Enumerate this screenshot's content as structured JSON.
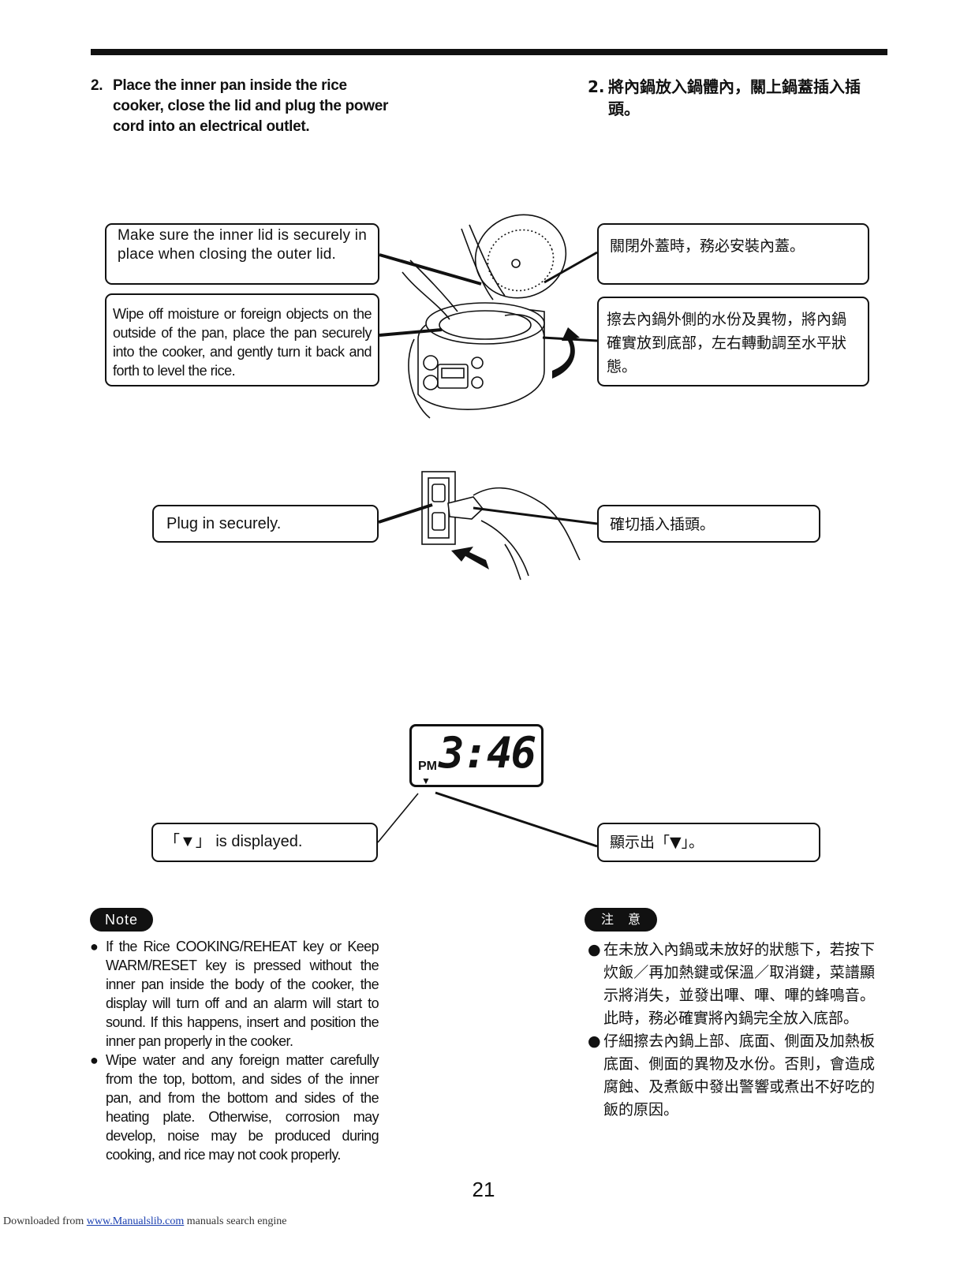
{
  "step": {
    "number_en": "2.",
    "text_en": "Place the inner pan inside the rice cooker, close the lid and plug the power cord into an electrical outlet.",
    "number_zh": "2.",
    "text_zh": "將內鍋放入鍋體內，關上鍋蓋插入插頭。"
  },
  "callouts": {
    "lid_en": "Make sure the inner lid is securely in place when closing the outer lid.",
    "pan_en": "Wipe off moisture or foreign objects on the outside of the pan, place the pan securely into the cooker, and gently turn it back and forth to level the rice.",
    "lid_zh": "關閉外蓋時，務必安裝內蓋。",
    "pan_zh": "擦去內鍋外側的水份及異物，將內鍋確實放到底部，左右轉動調至水平狀態。",
    "plug_en": "Plug in securely.",
    "plug_zh": "確切插入插頭。",
    "display_en": "「▼」 is displayed.",
    "display_zh": "顯示出「▼」。"
  },
  "display": {
    "time": "3:46",
    "period": "PM",
    "marker": "▼"
  },
  "note": {
    "label_en": "Note",
    "label_zh": "注意",
    "items_en": [
      "If the Rice COOKING/REHEAT key or Keep WARM/RESET key is pressed without the inner pan inside the body of the cooker, the display will turn off and an alarm will start to sound. If this happens, insert and position the inner pan properly in the cooker.",
      "Wipe water and any foreign matter carefully from the top, bottom, and sides of the inner pan, and from the bottom and sides of the heating plate. Otherwise, corrosion may develop, noise may be produced during cooking, and rice may not cook properly."
    ],
    "items_zh": [
      "在未放入內鍋或未放好的狀態下，若按下炊飯／再加熱鍵或保溫／取消鍵，菜譜顯示將消失，並發出嗶、嗶、嗶的蜂鳴音。此時，務必確實將內鍋完全放入底部。",
      "仔細擦去內鍋上部、底面、側面及加熱板底面、側面的異物及水份。否則，會造成腐蝕、及煮飯中發出警響或煮出不好吃的飯的原因。"
    ],
    "bullet": "●"
  },
  "page_number": "21",
  "footer": {
    "prefix": "Downloaded from",
    "link": "www.Manualslib.com",
    "suffix": "manuals search engine"
  }
}
